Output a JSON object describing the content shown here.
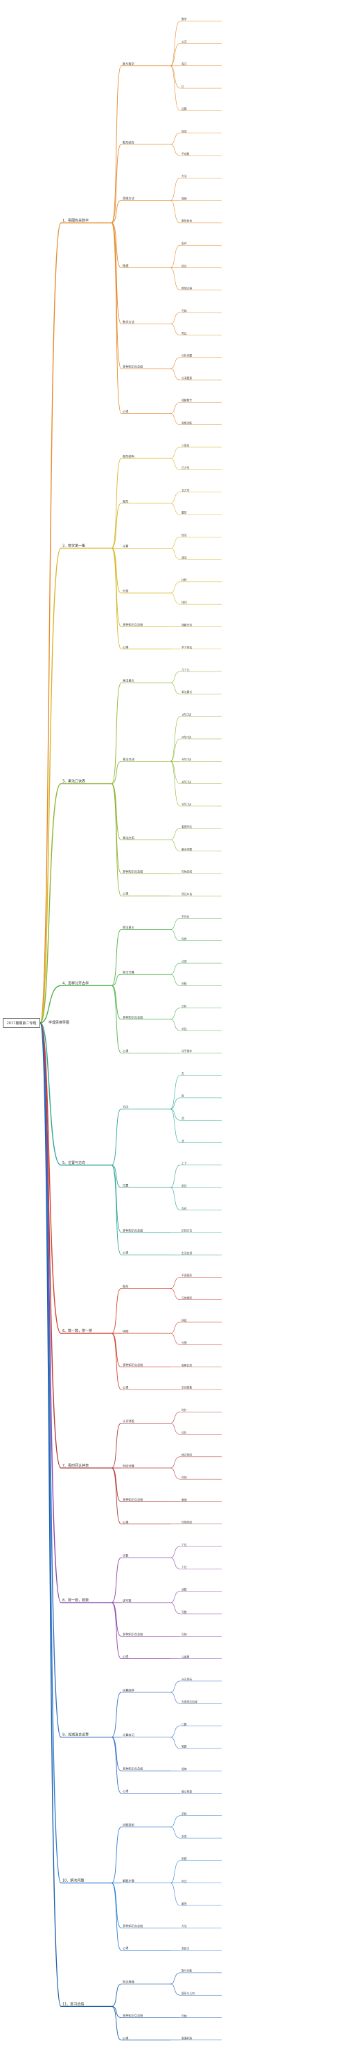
{
  "root": {
    "title": "2017暑期第二专题",
    "subtitle": "学理思维导图"
  },
  "chapters": [
    {
      "label": "1、看图有关数字",
      "color": "#e58a2c",
      "groups": [
        {
          "label": "数与数学",
          "items": [
            "数学",
            "公式",
            "等式",
            "亿",
            "运算"
          ]
        },
        {
          "label": "数形结合",
          "items": [
            "组成",
            "不成数"
          ]
        },
        {
          "label": "思维方法",
          "items": [
            "方法",
            "规律",
            "数形结合"
          ]
        },
        {
          "label": "推理",
          "items": [
            "条件",
            "结论",
            "推理过程"
          ]
        },
        {
          "label": "数学方法",
          "items": [
            "归纳",
            "类比"
          ]
        },
        {
          "label": "多种知识点总结",
          "items": [
            "分析问题",
            "分清题意"
          ]
        },
        {
          "label": "心得",
          "items": [
            "理解数字",
            "思维训练"
          ]
        }
      ]
    },
    {
      "label": "2、数学第一集",
      "color": "#d8b726",
      "groups": [
        {
          "label": "图形结构",
          "items": [
            "三角形",
            "正方形"
          ]
        },
        {
          "label": "图形",
          "items": [
            "长方形",
            "圆形"
          ]
        },
        {
          "label": "计算",
          "items": [
            "加法",
            "减法"
          ]
        },
        {
          "label": "分类",
          "items": [
            "比较",
            "排列"
          ]
        },
        {
          "label": "多种知识点总结",
          "items": [
            "理解分析"
          ]
        },
        {
          "label": "心得",
          "items": [
            "学习体会"
          ]
        }
      ]
    },
    {
      "label": "3、乘法口诀表",
      "color": "#8bb530",
      "groups": [
        {
          "label": "乘法意义",
          "items": [
            "几个几",
            "乘法算式"
          ]
        },
        {
          "label": "乘法口诀",
          "items": [
            "1的口诀",
            "2的口诀",
            "3的口诀",
            "4的口诀",
            "5的口诀"
          ]
        },
        {
          "label": "乘法应用",
          "items": [
            "看图列式",
            "解决问题"
          ]
        },
        {
          "label": "多种知识点总结",
          "items": [
            "归纳总结"
          ]
        },
        {
          "label": "心得",
          "items": [
            "熟记口诀"
          ]
        }
      ]
    },
    {
      "label": "4、怎样分开去学",
      "color": "#4fb24a",
      "groups": [
        {
          "label": "除法意义",
          "items": [
            "平均分",
            "包含"
          ]
        },
        {
          "label": "除法计算",
          "items": [
            "试商",
            "余数"
          ]
        },
        {
          "label": "多种知识点总结",
          "items": [
            "分析",
            "对比"
          ]
        },
        {
          "label": "心得",
          "items": [
            "动手操作"
          ]
        }
      ]
    },
    {
      "label": "5、位置与方向",
      "color": "#2ba596",
      "groups": [
        {
          "label": "方向",
          "items": [
            "东",
            "南",
            "西",
            "北"
          ]
        },
        {
          "label": "位置",
          "items": [
            "上下",
            "前后",
            "左右"
          ]
        },
        {
          "label": "多种知识点总结",
          "items": [
            "识别方位"
          ]
        },
        {
          "label": "心得",
          "items": [
            "生活应用"
          ]
        }
      ]
    },
    {
      "label": "6、数一数，拼一拼",
      "color": "#d2452e",
      "groups": [
        {
          "label": "图形",
          "items": [
            "平面图形",
            "立体图形"
          ]
        },
        {
          "label": "拼图",
          "items": [
            "拼组",
            "分割"
          ]
        },
        {
          "label": "多种知识点总结",
          "items": [
            "观察比较"
          ]
        },
        {
          "label": "心得",
          "items": [
            "空间想象"
          ]
        }
      ]
    },
    {
      "label": "7、看时间认钟表",
      "color": "#b23b3b",
      "groups": [
        {
          "label": "认识钟面",
          "items": [
            "时针",
            "分针"
          ]
        },
        {
          "label": "时间计算",
          "items": [
            "经过时间",
            "时刻"
          ]
        },
        {
          "label": "多种知识点总结",
          "items": [
            "整理"
          ]
        },
        {
          "label": "心得",
          "items": [
            "珍惜时间"
          ]
        }
      ]
    },
    {
      "label": "8、数一数，数数",
      "color": "#8e44ad",
      "groups": [
        {
          "label": "计数",
          "items": [
            "个位",
            "十位"
          ]
        },
        {
          "label": "读写数",
          "items": [
            "读数",
            "写数"
          ]
        },
        {
          "label": "多种知识点总结",
          "items": [
            "归纳"
          ]
        },
        {
          "label": "心得",
          "items": [
            "认真数"
          ]
        }
      ]
    },
    {
      "label": "9、加减混合运算",
      "color": "#3b6fc4",
      "groups": [
        {
          "label": "运算顺序",
          "items": [
            "从左到右",
            "先乘除后加减"
          ]
        },
        {
          "label": "计算练习",
          "items": [
            "口算",
            "笔算"
          ]
        },
        {
          "label": "多种知识点总结",
          "items": [
            "规律"
          ]
        },
        {
          "label": "心得",
          "items": [
            "细心检查"
          ]
        }
      ]
    },
    {
      "label": "10、解决问题",
      "color": "#2f7fd4",
      "groups": [
        {
          "label": "问题类型",
          "items": [
            "求和",
            "求差"
          ]
        },
        {
          "label": "解题步骤",
          "items": [
            "审题",
            "列式",
            "解答"
          ]
        },
        {
          "label": "多种知识点总结",
          "items": [
            "方法"
          ]
        },
        {
          "label": "心得",
          "items": [
            "多练习"
          ]
        }
      ]
    },
    {
      "label": "11、复习总结",
      "color": "#1f5fa8",
      "groups": [
        {
          "label": "知识梳理",
          "items": [
            "数与代数",
            "图形与几何"
          ]
        },
        {
          "label": "多种知识点总结",
          "items": [
            "归纳"
          ]
        },
        {
          "label": "心得",
          "items": [
            "查漏补缺"
          ]
        }
      ]
    }
  ]
}
